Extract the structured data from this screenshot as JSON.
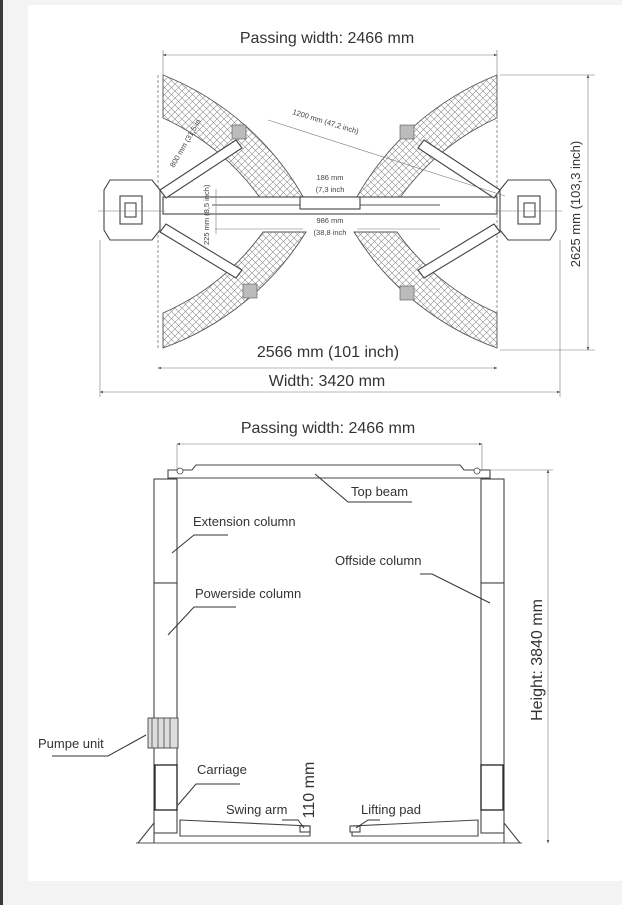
{
  "top_view": {
    "passing_width": "Passing width: 2466 mm",
    "arm_long": "1200 mm  (47,2  inch)",
    "arm_short": "800 mm (31,5 in",
    "inner_gap": "186 mm",
    "inner_gap_inch": "(7,3 inch",
    "beam_len": "986 mm",
    "beam_len_inch": "(38,8 inch",
    "base_width": "225 mm (8,5 inch)",
    "depth": "2625 mm (103,3 inch)",
    "inner_width": "2566 mm (101 inch)",
    "width": "Width: 3420 mm"
  },
  "front_view": {
    "passing_width": "Passing width: 2466 mm",
    "height": "Height: 3840 mm",
    "min_height": "110 mm",
    "labels": {
      "top_beam": "Top beam",
      "extension_column": "Extension column",
      "offside_column": "Offside column",
      "powerside_column": "Powerside column",
      "pump_unit": "Pumpe unit",
      "carriage": "Carriage",
      "swing_arm": "Swing arm",
      "lifting_pad": "Lifting pad"
    }
  },
  "colors": {
    "background": "#f3f3f3",
    "card": "#ffffff",
    "line": "#555555",
    "hatch": "#888888"
  }
}
